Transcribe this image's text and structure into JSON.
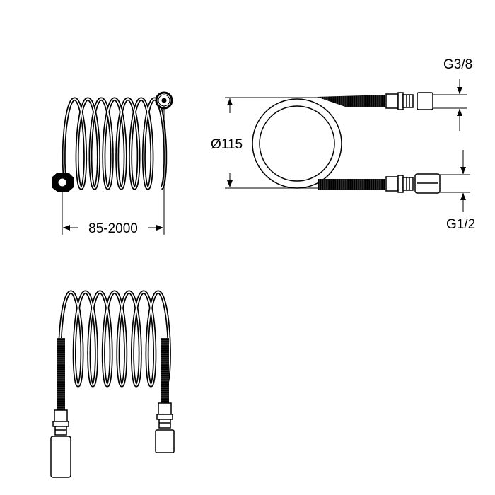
{
  "drawing": {
    "coil_length_label": "85-2000",
    "diameter_label": "Ø115",
    "thread_top_label": "G3/8",
    "thread_bottom_label": "G1/2",
    "line_color": "#000000",
    "background": "#ffffff",
    "coil_turns": 7
  }
}
